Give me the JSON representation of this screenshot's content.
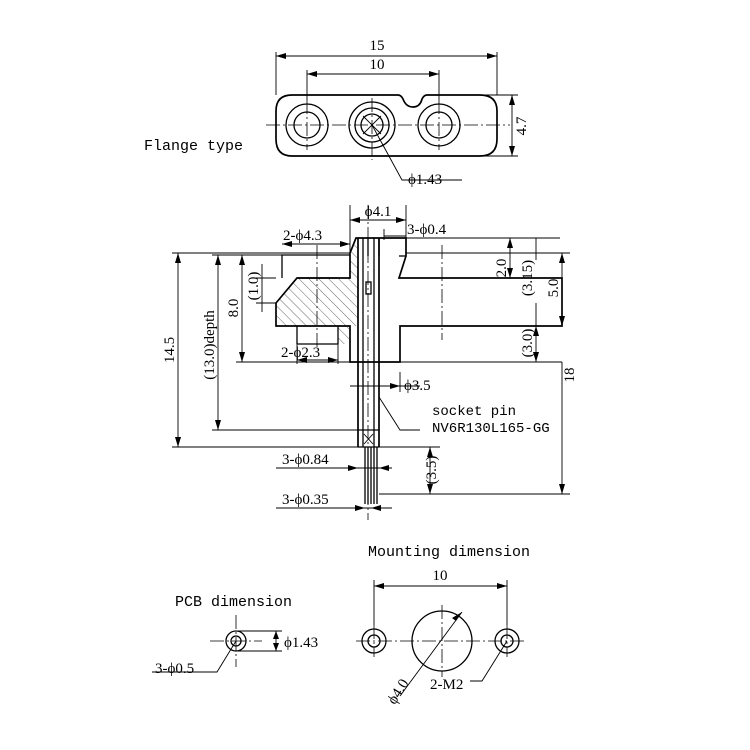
{
  "titles": {
    "flange": "Flange type",
    "mounting": "Mounting dimension",
    "pcb": "PCB dimension"
  },
  "flange": {
    "dim_overall": "15",
    "dim_pitch": "10",
    "dim_height": "4.7",
    "dim_hole": "ϕ1.43"
  },
  "section": {
    "dim_top_dia": "ϕ4.1",
    "dim_pins_dia": "3-ϕ0.4",
    "dim_cbore": "2-ϕ4.3",
    "dim_hole": "2-ϕ2.3",
    "dim_chamfer": "(1.0)",
    "dim_8": "8.0",
    "dim_depth": "(13.0)depth",
    "dim_14_5": "14.5",
    "dim_2_0": "2.0",
    "dim_3_15": "(3.15)",
    "dim_5_0": "5.0",
    "dim_3_0": "(3.0)",
    "dim_18": "18",
    "dim_3_5_dia": "ϕ3.5",
    "socket_label": "socket pin",
    "socket_part": "NV6R130L165-GG",
    "dim_pin_084": "3-ϕ0.84",
    "dim_3_5_len": "(3.5)",
    "dim_pin_035": "3-ϕ0.35"
  },
  "mounting": {
    "dim_pitch": "10",
    "dim_center": "ϕ4.0",
    "dim_screws": "2-M2"
  },
  "pcb": {
    "dim_pitch_dia": "ϕ1.43",
    "dim_holes": "3-ϕ0.5"
  }
}
